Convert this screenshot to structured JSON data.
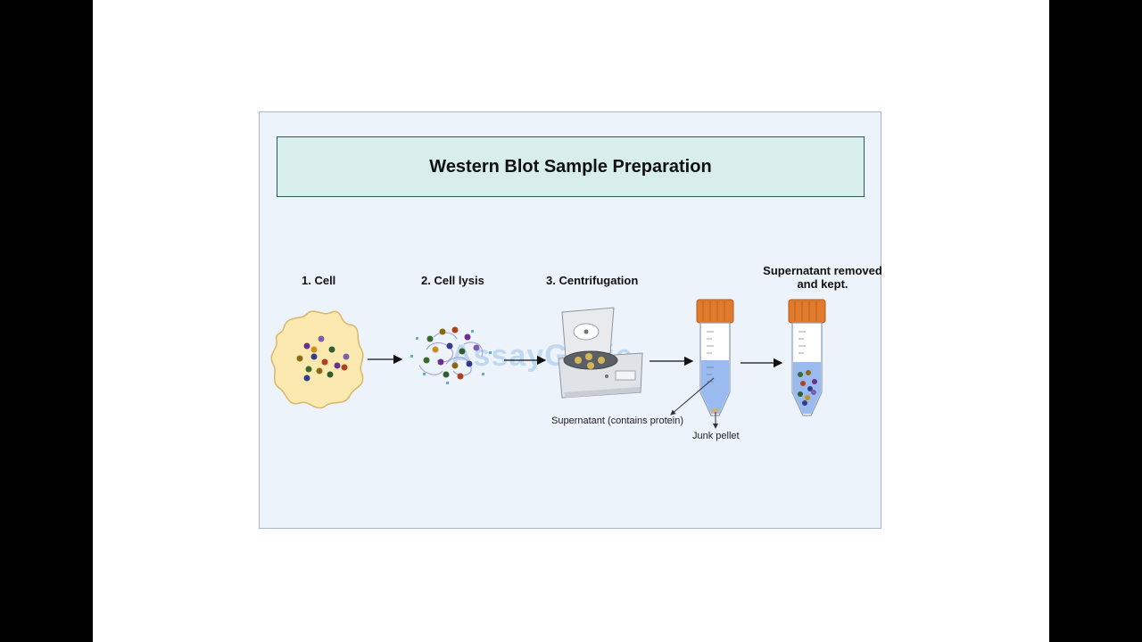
{
  "title": "Western Blot Sample Preparation",
  "steps": {
    "cell": "1.  Cell",
    "lysis": "2. Cell lysis",
    "centrifugation": "3. Centrifugation",
    "removed_line1": "Supernatant removed",
    "removed_line2": "and kept."
  },
  "callouts": {
    "supernatant": "Supernatant (contains protein)",
    "pellet": "Junk pellet"
  },
  "watermark": "AssayGenie",
  "colors": {
    "panel_bg": "#ecf3fb",
    "title_bg": "#d7eeec",
    "cell_fill": "#fbe9b0",
    "tube_cap": "#e07a2c",
    "liquid": "#8fb4ee"
  }
}
